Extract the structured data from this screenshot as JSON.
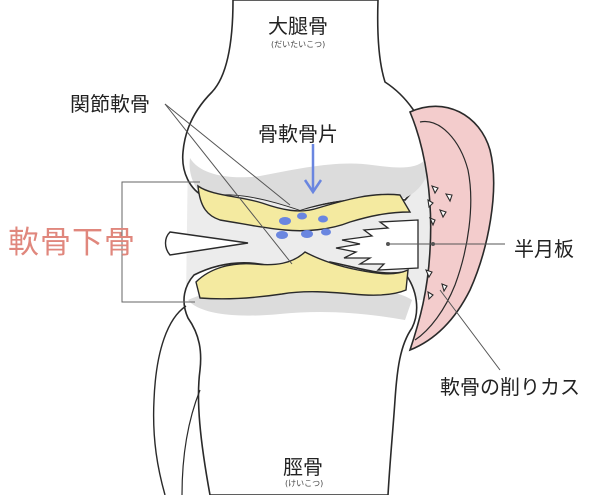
{
  "labels": {
    "femur": "大腿骨",
    "femur_reading": "(だいたいこつ)",
    "articular_cartilage": "関節軟骨",
    "bone_fragment": "骨軟骨片",
    "subchondral_bone": "軟骨下骨",
    "meniscus": "半月板",
    "cartilage_debris": "軟骨の削りカス",
    "tibia": "脛骨",
    "tibia_reading": "(けいこつ)"
  },
  "colors": {
    "outline": "#2a2a2a",
    "cartilage": "#f4eaa0",
    "bone_shade": "#dcdcdc",
    "meniscus_fill": "#f3cccc",
    "fragments": "#6a86e0",
    "arrow": "#6a86e0",
    "subchondral_label": "#e0877d"
  }
}
